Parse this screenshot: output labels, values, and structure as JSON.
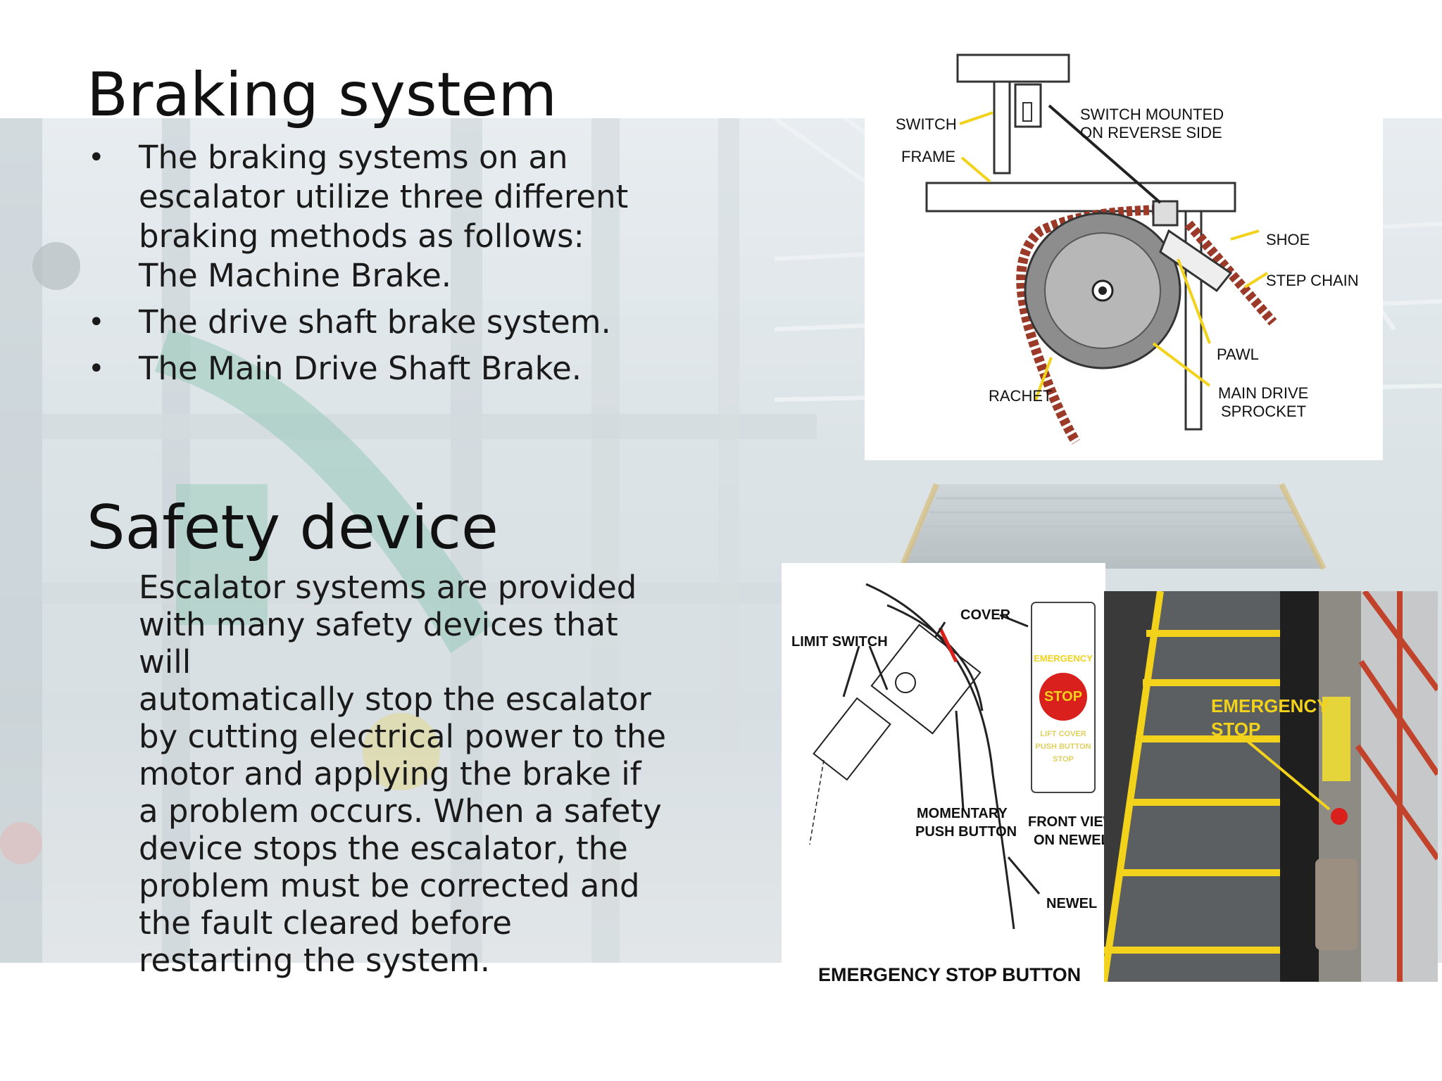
{
  "braking": {
    "title": "Braking system",
    "bullets": [
      {
        "bullet": "•",
        "lines": [
          "The braking systems on an",
          "escalator utilize three different",
          "braking methods as follows:",
          "The Machine Brake."
        ]
      },
      {
        "bullet": "•",
        "lines": [
          "The drive shaft brake system."
        ]
      },
      {
        "bullet": "•",
        "lines": [
          "The Main Drive Shaft Brake."
        ]
      }
    ]
  },
  "safety": {
    "title": "Safety device",
    "lines": [
      "Escalator systems are provided",
      "with many safety devices that will",
      "automatically stop the escalator",
      "by cutting electrical power to the",
      "motor and applying the brake if",
      "a problem occurs. When a safety",
      "device stops the escalator, the",
      "problem must be corrected and",
      "the fault cleared before",
      "restarting the system."
    ]
  },
  "brake_diagram": {
    "switch": "SWITCH",
    "frame": "FRAME",
    "switch_mounted_1": "SWITCH MOUNTED",
    "switch_mounted_2": "ON REVERSE SIDE",
    "shoe": "SHOE",
    "step_chain": "STEP CHAIN",
    "pawl": "PAWL",
    "rachet": "RACHET",
    "main_drive_1": "MAIN DRIVE",
    "main_drive_2": "SPROCKET"
  },
  "stop_diagram": {
    "limit_switch": "LIMIT SWITCH",
    "cover": "COVER",
    "emergency": "EMERGENCY",
    "stop": "STOP",
    "lift_cover_1": "LIFT COVER",
    "lift_cover_2": "PUSH BUTTON",
    "lift_cover_3": "STOP",
    "momentary_1": "MOMENTARY",
    "momentary_2": "PUSH BUTTON",
    "front_view_1": "FRONT VIEW",
    "front_view_2": "ON NEWEL",
    "newel": "NEWEL",
    "caption": "EMERGENCY STOP BUTTON"
  },
  "photo": {
    "emergency": "EMERGENCY",
    "stop": "STOP"
  },
  "colors": {
    "accent_yellow": "#f2d21b",
    "chain_red": "#9b3a28",
    "stop_red": "#d9201c"
  }
}
